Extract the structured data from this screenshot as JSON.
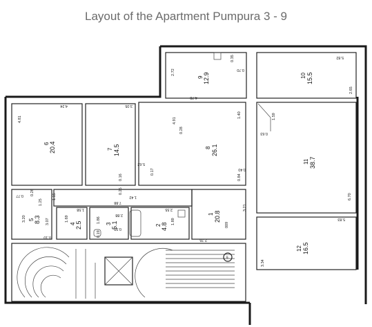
{
  "title": "Layout of the Apartment Pumpura 3 - 9",
  "rooms": [
    {
      "num": "1",
      "area": "20.8"
    },
    {
      "num": "2",
      "area": "4.8"
    },
    {
      "num": "3",
      "area": "5.1"
    },
    {
      "num": "4",
      "area": "2.5"
    },
    {
      "num": "5",
      "area": "8.3"
    },
    {
      "num": "6",
      "area": "20.4"
    },
    {
      "num": "7",
      "area": "14.5"
    },
    {
      "num": "8",
      "area": "26.1"
    },
    {
      "num": "9",
      "area": "12.9"
    },
    {
      "num": "10",
      "area": "15.5"
    },
    {
      "num": "11",
      "area": "38.7"
    },
    {
      "num": "12",
      "area": "16.5"
    }
  ],
  "dims": {
    "r6_h": "4.81",
    "r6_w": "4.24",
    "r7_w": "3.05",
    "r8_h": "4.91",
    "r8_a": "1.40",
    "r8_b": "5.62",
    "r8_c": "0.28",
    "r8_d": "0.40",
    "r8_e": "0.84",
    "r9_h": "2.72",
    "r9_w": "4.78",
    "r9_a": "0.35",
    "r9_b": "0.70",
    "r10_w": "5.82",
    "r10_h": "2.65",
    "r11_h": "6.70",
    "r11_a": "1.59",
    "r11_b": "0.63",
    "r12_w": "5.83",
    "r12_h": "3.34",
    "c_w": "7.88",
    "c_a": "1.42",
    "c_b": "1.15",
    "c_c": "0.25",
    "c_d": "0.16",
    "r1_h": "3.21",
    "r1_w": "2.76",
    "r2_w": "2.55",
    "r2_h": "1.89",
    "r3_w": "2.88",
    "r3_h": "1.86",
    "r4_w": "1.58",
    "r4_h": "1.69",
    "r5_a": "0.77",
    "r5_b": "0.26",
    "r5_c": "1.25",
    "r5_d": "3.20",
    "r5_e": "3.07",
    "r5_f": "0.10",
    "misc_a": "0.19",
    "misc_b": "0.92",
    "misc_c": "0.17",
    "entry": "009"
  },
  "marker": "9"
}
